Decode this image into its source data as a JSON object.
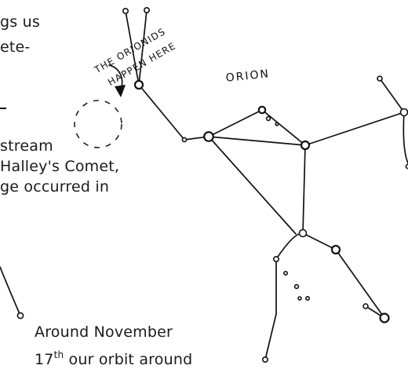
{
  "text": {
    "line1": "gs us",
    "line2": "ete-",
    "line3": "stream",
    "line4": "Halley's Comet,",
    "line5": "ge occurred in",
    "line6": "Around November",
    "line7_num": "17",
    "line7_sup": "th",
    "line7_rest": " our orbit around"
  },
  "labels": {
    "orion": "ORION",
    "annotation_line1": "THE ORIONIDS",
    "annotation_line2": "HAPPEN HERE"
  },
  "colors": {
    "ink": "#111111",
    "paper": "#ffffff"
  }
}
